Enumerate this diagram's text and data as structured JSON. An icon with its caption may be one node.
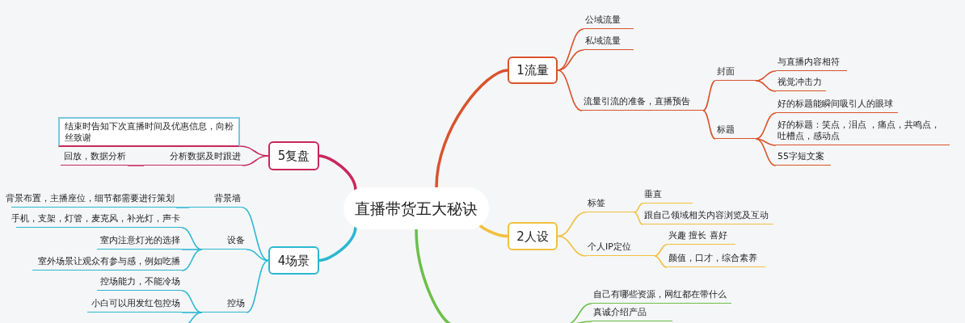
{
  "diagram": {
    "nodes": [
      {
        "text": [
          "直播带货五大秘诀"
        ]
      },
      {
        "text": [
          "1流量"
        ]
      },
      {
        "text": [
          "公域流量"
        ]
      },
      {
        "text": [
          "私域流量"
        ]
      },
      {
        "text": [
          "流量引流的准备，直播预告"
        ]
      },
      {
        "text": [
          "封面"
        ]
      },
      {
        "text": [
          "与直播内容相符"
        ]
      },
      {
        "text": [
          "视觉冲击力"
        ]
      },
      {
        "text": [
          "标题"
        ]
      },
      {
        "text": [
          "好的标题能瞬间吸引人的眼球"
        ]
      },
      {
        "text": [
          "好的标题：笑点，泪点 ，痛点，共鸣点，吐槽点，感动点"
        ]
      },
      {
        "text": [
          "55字短文案"
        ]
      },
      {
        "text": [
          "2人设"
        ]
      },
      {
        "text": [
          "标签"
        ]
      },
      {
        "text": [
          "垂直"
        ]
      },
      {
        "text": [
          "跟自己领域相关内容浏览及互动"
        ]
      },
      {
        "text": [
          "个人IP定位"
        ]
      },
      {
        "text": [
          "兴趣 擅长 喜好"
        ]
      },
      {
        "text": [
          "颜值，口才，综合素养"
        ]
      },
      {
        "text": [
          "自己有哪些资源，网红都在带什么"
        ]
      },
      {
        "text": [
          "真诚介绍产品"
        ]
      },
      {
        "text": [
          "5复盘"
        ]
      },
      {
        "text": [
          "结束时告知下次直播时间及优惠信息，向粉丝致谢"
        ]
      },
      {
        "text": [
          "分析数据及时跟进"
        ]
      },
      {
        "text": [
          "回放，数据分析"
        ]
      },
      {
        "text": [
          "4场景"
        ]
      },
      {
        "text": [
          "背景墙"
        ]
      },
      {
        "text": [
          "背景布置，主播座位，细节都需要进行策划"
        ]
      },
      {
        "text": [
          "设备"
        ]
      },
      {
        "text": [
          "手机，支架，灯管，麦克风，补光灯，声卡"
        ]
      },
      {
        "text": [
          "室内注意灯光的选择"
        ]
      },
      {
        "text": [
          "室外场景让观众有参与感，例如吃播"
        ]
      },
      {
        "text": [
          "控场"
        ]
      },
      {
        "text": [
          "控场能力，不能冷场"
        ]
      },
      {
        "text": [
          "小白可以用发红包控场"
        ]
      }
    ],
    "edges": [
      {
        "from": 0,
        "to": 1,
        "arrow": "none",
        "style": "thick",
        "color": "#d9532c"
      },
      {
        "from": 0,
        "to": 12,
        "arrow": "none",
        "style": "thick",
        "color": "#f0c040"
      },
      {
        "from": 0,
        "to": 21,
        "arrow": "none",
        "style": "thick",
        "color": "#c8285a"
      },
      {
        "from": 0,
        "to": 25,
        "arrow": "none",
        "style": "thick",
        "color": "#2bb8d0"
      },
      {
        "from": 0,
        "to": null,
        "arrow": "none",
        "style": "thick",
        "color": "#6cbf4a"
      },
      {
        "from": 1,
        "to": 2,
        "arrow": "none",
        "color": "#d9532c"
      },
      {
        "from": 1,
        "to": 3,
        "arrow": "none",
        "color": "#d9532c"
      },
      {
        "from": 1,
        "to": 4,
        "arrow": "none",
        "color": "#d9532c"
      },
      {
        "from": 4,
        "to": 5,
        "arrow": "none",
        "color": "#d9532c"
      },
      {
        "from": 4,
        "to": 8,
        "arrow": "none",
        "color": "#d9532c"
      },
      {
        "from": 5,
        "to": 6,
        "arrow": "none",
        "color": "#d9532c"
      },
      {
        "from": 5,
        "to": 7,
        "arrow": "none",
        "color": "#d9532c"
      },
      {
        "from": 8,
        "to": 9,
        "arrow": "none",
        "color": "#d9532c"
      },
      {
        "from": 8,
        "to": 10,
        "arrow": "none",
        "color": "#d9532c"
      },
      {
        "from": 8,
        "to": 11,
        "arrow": "none",
        "color": "#d9532c"
      },
      {
        "from": 12,
        "to": 13,
        "arrow": "none",
        "color": "#f0c040"
      },
      {
        "from": 12,
        "to": 16,
        "arrow": "none",
        "color": "#f0c040"
      },
      {
        "from": 13,
        "to": 14,
        "arrow": "none",
        "color": "#f0c040"
      },
      {
        "from": 13,
        "to": 15,
        "arrow": "none",
        "color": "#f0c040"
      },
      {
        "from": 16,
        "to": 17,
        "arrow": "none",
        "color": "#f0c040"
      },
      {
        "from": 16,
        "to": 18,
        "arrow": "none",
        "color": "#f0c040"
      },
      {
        "from": null,
        "to": 19,
        "arrow": "none",
        "color": "#6cbf4a"
      },
      {
        "from": null,
        "to": 20,
        "arrow": "none",
        "color": "#6cbf4a"
      },
      {
        "from": 21,
        "to": 22,
        "arrow": "none",
        "color": "#c8285a"
      },
      {
        "from": 21,
        "to": 23,
        "arrow": "none",
        "color": "#c8285a"
      },
      {
        "from": 23,
        "to": 24,
        "arrow": "none",
        "color": "#c8285a"
      },
      {
        "from": 25,
        "to": 26,
        "arrow": "none",
        "color": "#2bb8d0"
      },
      {
        "from": 25,
        "to": 28,
        "arrow": "none",
        "color": "#2bb8d0"
      },
      {
        "from": 25,
        "to": 32,
        "arrow": "none",
        "color": "#2bb8d0"
      },
      {
        "from": 26,
        "to": 27,
        "arrow": "none",
        "color": "#2bb8d0"
      },
      {
        "from": 28,
        "to": 29,
        "arrow": "none",
        "color": "#2bb8d0"
      },
      {
        "from": 28,
        "to": 30,
        "arrow": "none",
        "color": "#2bb8d0"
      },
      {
        "from": 28,
        "to": 31,
        "arrow": "none",
        "color": "#2bb8d0"
      },
      {
        "from": 32,
        "to": 33,
        "arrow": "none",
        "color": "#2bb8d0"
      },
      {
        "from": 32,
        "to": 34,
        "arrow": "none",
        "color": "#2bb8d0"
      },
      {
        "from": 32,
        "to": null,
        "arrow": "none",
        "color": "#2bb8d0"
      }
    ]
  }
}
